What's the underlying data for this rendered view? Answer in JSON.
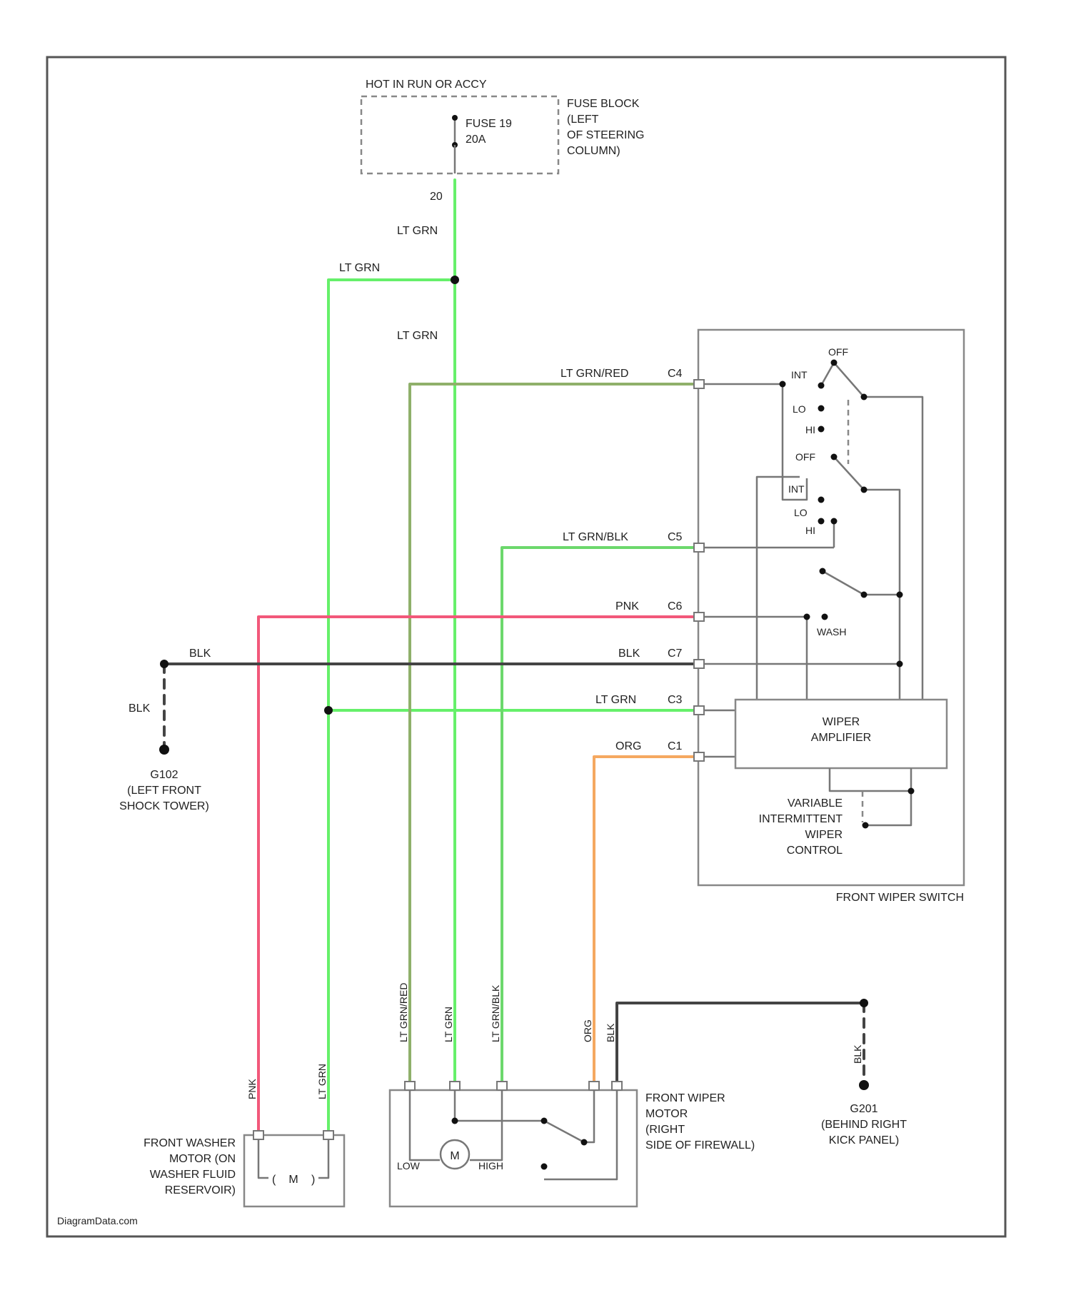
{
  "colors": {
    "lt_grn": "#66f06a",
    "lt_grn_red": "#8fb06a",
    "lt_grn_blk": "#6cd86c",
    "pnk": "#f2587a",
    "blk": "#444444",
    "org": "#f5a860",
    "component": "#888888"
  },
  "labels": {
    "hot_in_run": "HOT IN RUN OR ACCY",
    "fuse_name": "FUSE 19",
    "fuse_rating": "20A",
    "fuse_block": [
      "FUSE BLOCK",
      "(LEFT",
      "OF STEERING",
      "COLUMN)"
    ],
    "pin_20": "20",
    "wire_lt_grn": "LT GRN",
    "wire_lt_grn_red": "LT GRN/RED",
    "wire_lt_grn_blk": "LT GRN/BLK",
    "wire_pnk": "PNK",
    "wire_blk": "BLK",
    "wire_org": "ORG",
    "pin_c4": "C4",
    "pin_c5": "C5",
    "pin_c6": "C6",
    "pin_c7": "C7",
    "pin_c3": "C3",
    "pin_c1": "C1",
    "sw_off": "OFF",
    "sw_int": "INT",
    "sw_lo": "LO",
    "sw_hi": "HI",
    "sw_wash": "WASH",
    "wiper_amplifier": [
      "WIPER",
      "AMPLIFIER"
    ],
    "variable_control": [
      "VARIABLE",
      "INTERMITTENT",
      "WIPER",
      "CONTROL"
    ],
    "front_wiper_switch": "FRONT WIPER SWITCH",
    "ground_g102": [
      "G102",
      "(LEFT FRONT",
      "SHOCK TOWER)"
    ],
    "ground_g201": [
      "G201",
      "(BEHIND RIGHT",
      "KICK PANEL)"
    ],
    "washer_motor": [
      "FRONT WASHER",
      "MOTOR (ON",
      "WASHER FLUID",
      "RESERVOIR)"
    ],
    "wiper_motor": [
      "FRONT WIPER",
      "MOTOR",
      "(RIGHT",
      "SIDE OF FIREWALL)"
    ],
    "motor_m": "M",
    "motor_low": "LOW",
    "motor_high": "HIGH",
    "watermark": "DiagramData.com"
  }
}
